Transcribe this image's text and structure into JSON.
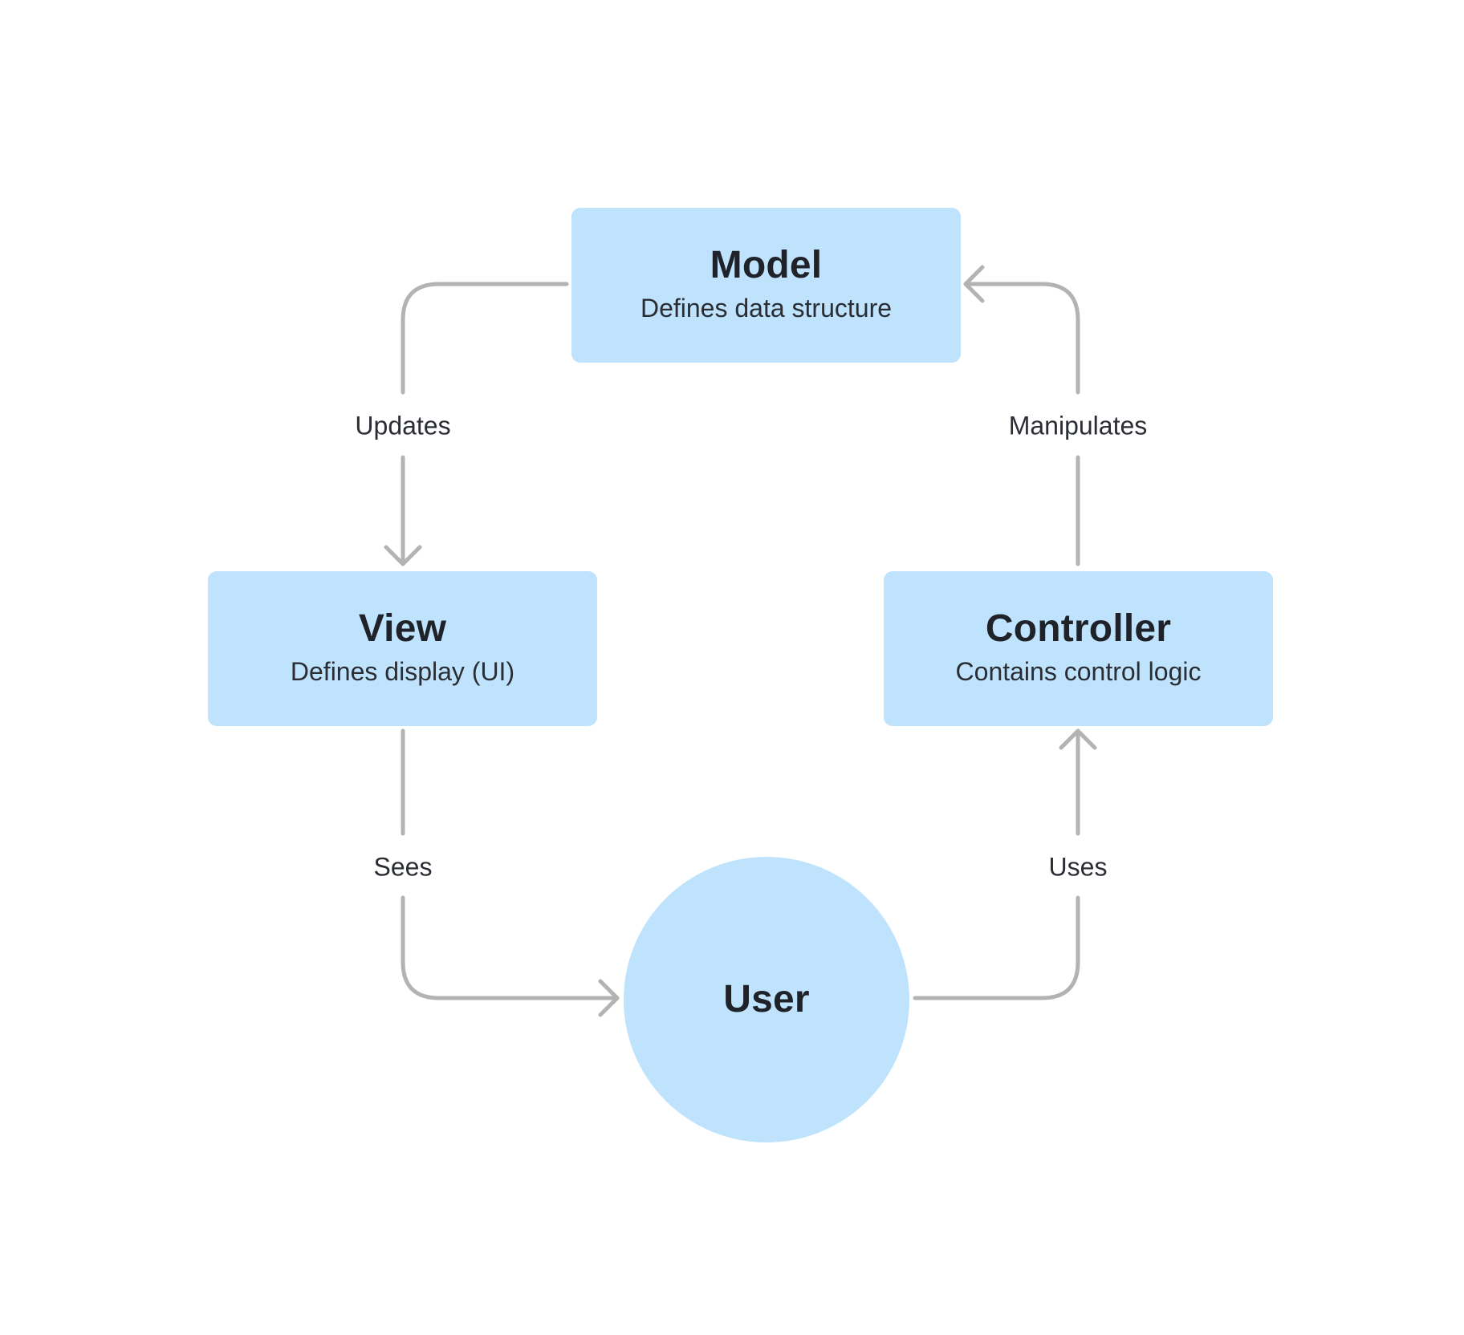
{
  "colors": {
    "node_fill": "#bfe3fc",
    "connector": "#b3b3b3",
    "text": "#2a2d33"
  },
  "nodes": {
    "model": {
      "title": "Model",
      "description": "Defines data structure"
    },
    "view": {
      "title": "View",
      "description": "Defines display (UI)"
    },
    "controller": {
      "title": "Controller",
      "description": "Contains control logic"
    },
    "user": {
      "title": "User"
    }
  },
  "edges": [
    {
      "from": "Model",
      "to": "View",
      "label": "Updates"
    },
    {
      "from": "Controller",
      "to": "Model",
      "label": "Manipulates"
    },
    {
      "from": "View",
      "to": "User",
      "label": "Sees"
    },
    {
      "from": "User",
      "to": "Controller",
      "label": "Uses"
    }
  ]
}
